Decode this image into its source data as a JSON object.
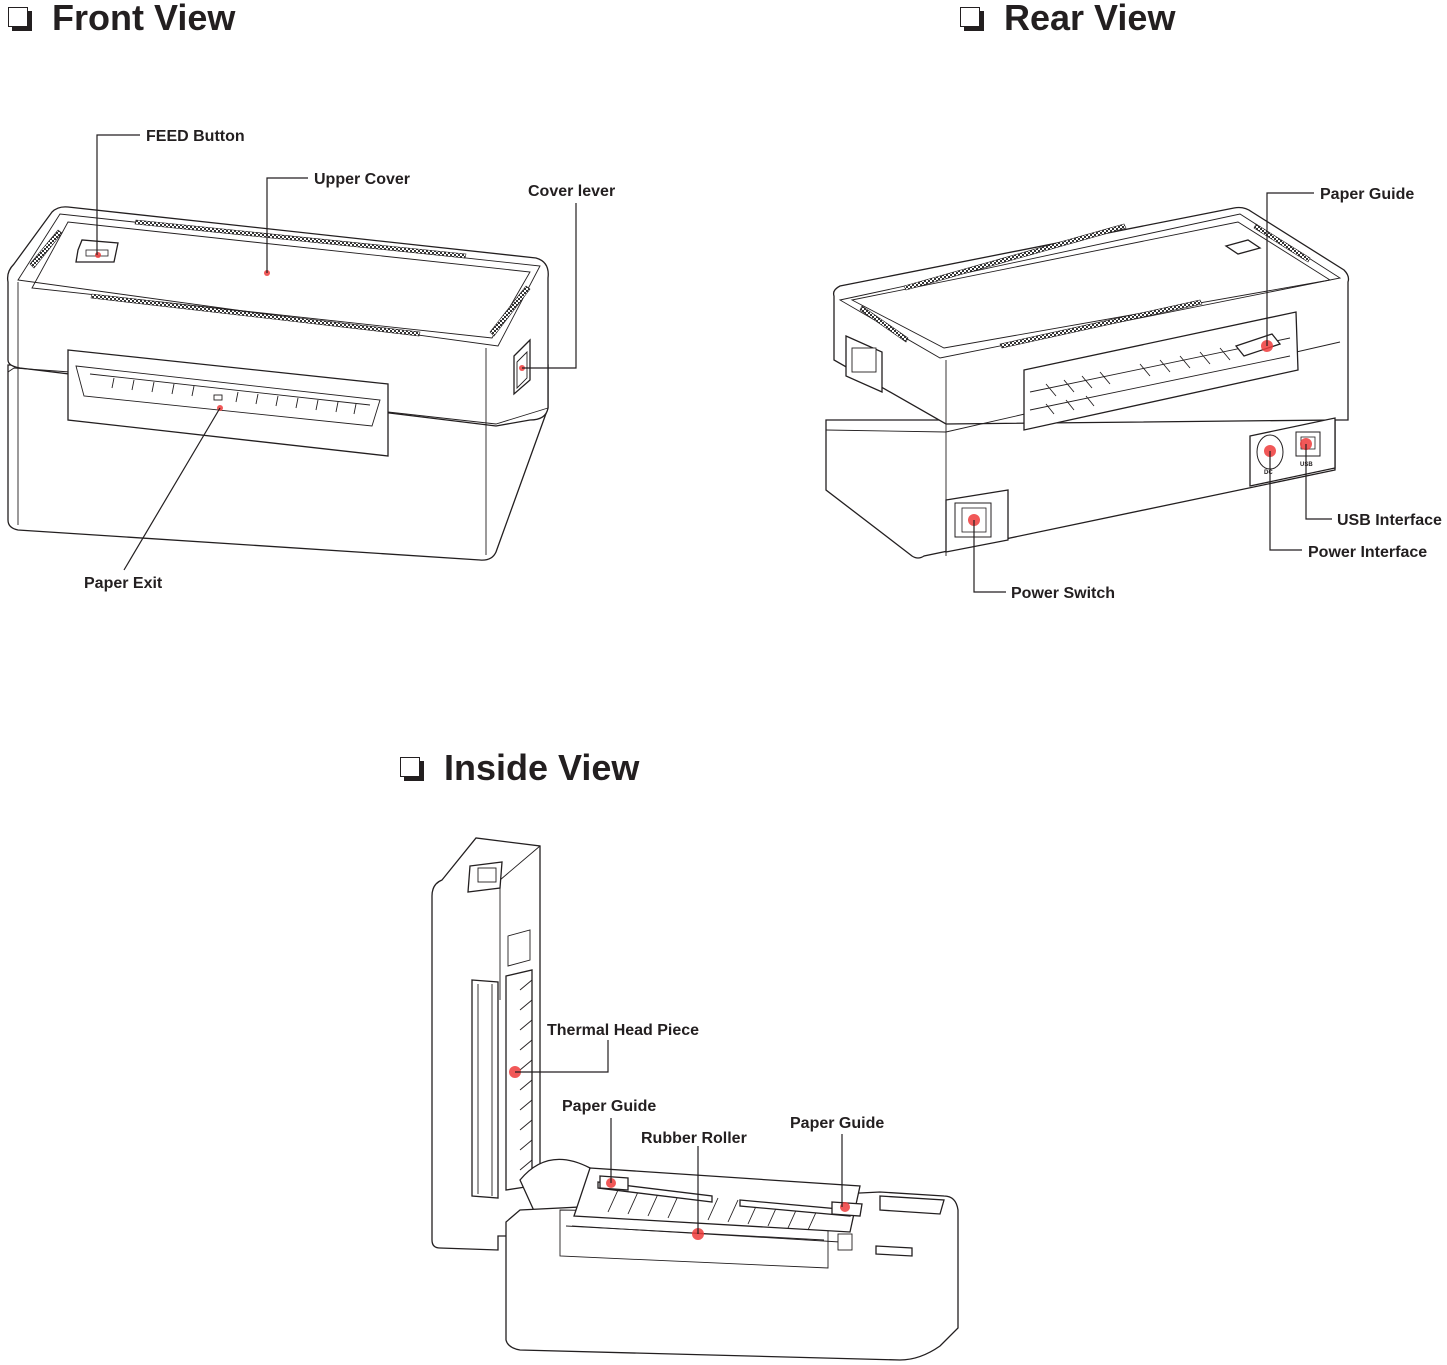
{
  "sections": {
    "front": {
      "title": "Front View",
      "icon": "checkbox-icon"
    },
    "rear": {
      "title": "Rear View",
      "icon": "checkbox-icon"
    },
    "inside": {
      "title": "Inside View",
      "icon": "checkbox-icon"
    }
  },
  "front_labels": {
    "feed_button": "FEED Button",
    "upper_cover": "Upper Cover",
    "cover_lever": "Cover lever",
    "paper_exit": "Paper Exit"
  },
  "rear_labels": {
    "paper_guide": "Paper Guide",
    "usb_interface": "USB Interface",
    "power_interface": "Power Interface",
    "power_switch": "Power Switch",
    "dc_mark": "DC",
    "usb_mark": "USB"
  },
  "inside_labels": {
    "thermal_head": "Thermal Head Piece",
    "paper_guide_left": "Paper Guide",
    "rubber_roller": "Rubber Roller",
    "paper_guide_right": "Paper Guide"
  },
  "colors": {
    "line": "#231f20",
    "marker": "#ee3b3b",
    "background": "#ffffff"
  }
}
